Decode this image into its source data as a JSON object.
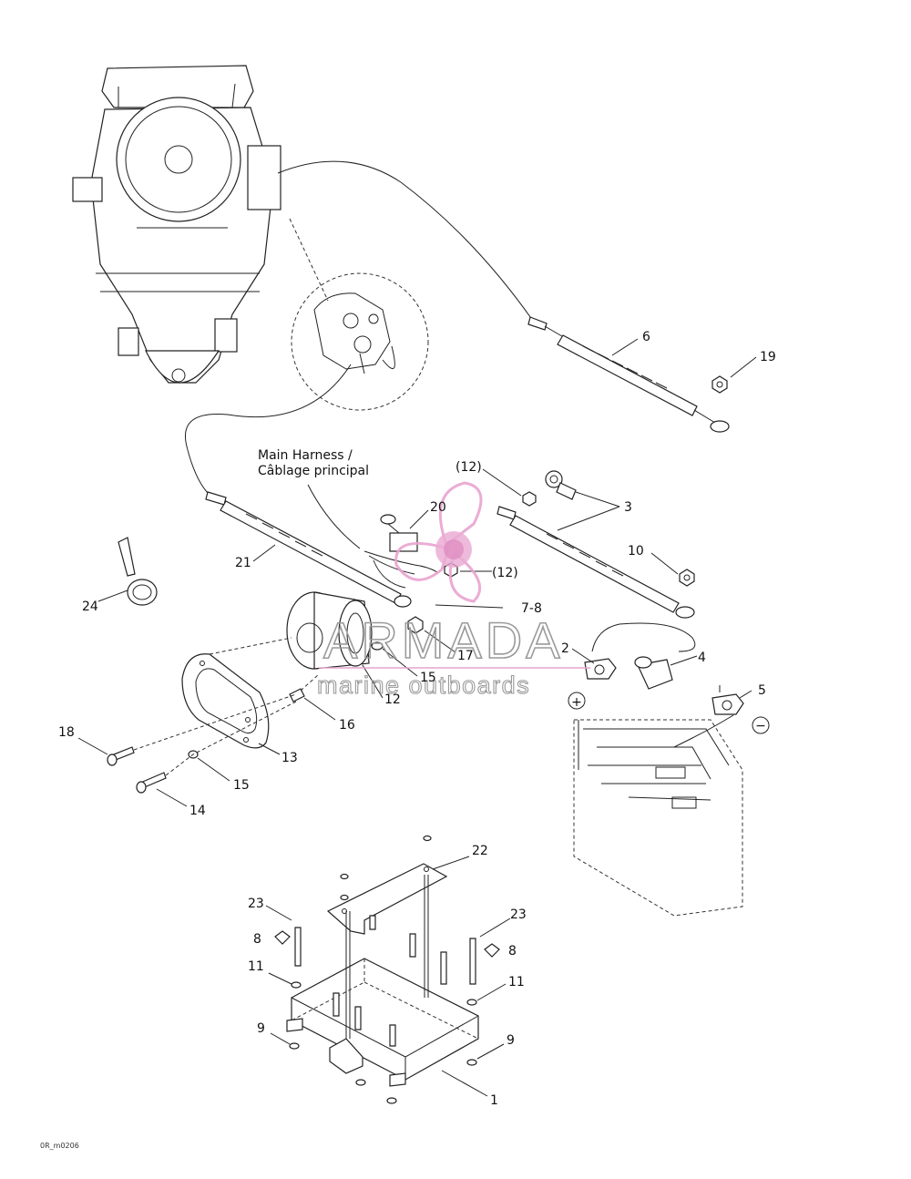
{
  "harness_label": [
    "Main Harness /",
    "Câblage principal"
  ],
  "callouts": [
    {
      "id": "c6",
      "text": "6"
    },
    {
      "id": "c19",
      "text": "19"
    },
    {
      "id": "c12a",
      "text": "(12)"
    },
    {
      "id": "c3",
      "text": "3"
    },
    {
      "id": "c20",
      "text": "20"
    },
    {
      "id": "c12b",
      "text": "(12)"
    },
    {
      "id": "c10",
      "text": "10"
    },
    {
      "id": "c21",
      "text": "21"
    },
    {
      "id": "c24",
      "text": "24"
    },
    {
      "id": "c78",
      "text": "7-8"
    },
    {
      "id": "c2",
      "text": "2"
    },
    {
      "id": "c4",
      "text": "4"
    },
    {
      "id": "c17",
      "text": "17"
    },
    {
      "id": "c15a",
      "text": "15"
    },
    {
      "id": "c12c",
      "text": "12"
    },
    {
      "id": "c5",
      "text": "5"
    },
    {
      "id": "c18",
      "text": "18"
    },
    {
      "id": "c16",
      "text": "16"
    },
    {
      "id": "c13",
      "text": "13"
    },
    {
      "id": "c15b",
      "text": "15"
    },
    {
      "id": "c14",
      "text": "14"
    },
    {
      "id": "c22",
      "text": "22"
    },
    {
      "id": "c23a",
      "text": "23"
    },
    {
      "id": "c23b",
      "text": "23"
    },
    {
      "id": "c8a",
      "text": "8"
    },
    {
      "id": "c8b",
      "text": "8"
    },
    {
      "id": "c11a",
      "text": "11"
    },
    {
      "id": "c11b",
      "text": "11"
    },
    {
      "id": "c9a",
      "text": "9"
    },
    {
      "id": "c9b",
      "text": "9"
    },
    {
      "id": "c1",
      "text": "1"
    }
  ],
  "polarity": {
    "positive": "+",
    "negative": "−"
  },
  "watermark": {
    "title": "ARMADA",
    "subtitle": "marine outboards"
  },
  "drawing_code": "0R_m0206"
}
